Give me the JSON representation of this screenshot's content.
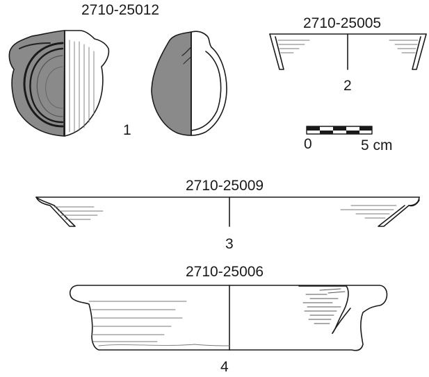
{
  "drawings": [
    {
      "id": "2710-25012",
      "number": "1"
    },
    {
      "id": "2710-25005",
      "number": "2"
    },
    {
      "id": "2710-25009",
      "number": "3"
    },
    {
      "id": "2710-25006",
      "number": "4"
    }
  ],
  "scale_bar": {
    "start_label": "0",
    "end_label": "5 cm"
  },
  "colors": {
    "line": "#1a1a1a",
    "shading": "#8a8a8a",
    "background": "#ffffff"
  }
}
